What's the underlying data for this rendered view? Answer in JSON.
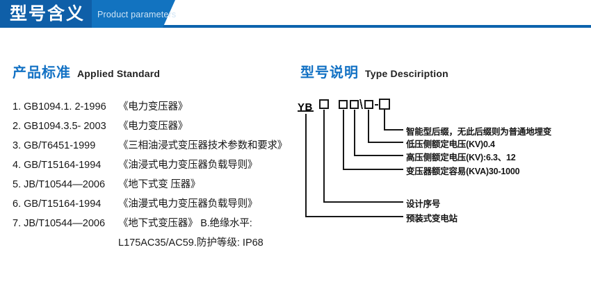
{
  "header": {
    "title_cn": "型号含义",
    "title_en": "Product parameters"
  },
  "sections": {
    "left": {
      "heading_cn": "产品标准",
      "heading_en": "Applied Standard",
      "items": [
        {
          "index": "1.",
          "code": "GB1094.1. 2-1996",
          "name": "《电力变压器》"
        },
        {
          "index": "2.",
          "code": "GB1094.3.5- 2003",
          "name": "《电力变压器》"
        },
        {
          "index": "3.",
          "code": "GB/T6451-1999",
          "name": "《三相油浸式变压器技术参数和要求》"
        },
        {
          "index": "4.",
          "code": "GB/T15164-1994",
          "name": "《油浸式电力变压器负载导则》"
        },
        {
          "index": "5.",
          "code": "JB/T10544—2006",
          "name": "《地下式变 压器》"
        },
        {
          "index": "6.",
          "code": "GB/T15164-1994",
          "name": "《油漫式电力变压器负载导则》"
        },
        {
          "index": "7.",
          "code": "JB/T10544—2006",
          "name": "《地下式变压器》 B.绝缘水平:"
        }
      ],
      "continuation": "L175AC35/AC59.防护等级: IP68"
    },
    "right": {
      "heading_cn": "型号说明",
      "heading_en": "Type Desciription",
      "code_prefix": "YB",
      "code_boxes": [
        "□",
        "□",
        "□",
        "/",
        "□",
        "-",
        "□"
      ],
      "annotations": [
        {
          "id": "smart-suffix",
          "text": "智能型后缀，无此后缀则为普通地埋变"
        },
        {
          "id": "lv-voltage",
          "text": "低压侧额定电压(KV)0.4"
        },
        {
          "id": "hv-voltage",
          "text": "高压侧额定电压(KV):6.3、12"
        },
        {
          "id": "rated-capacity",
          "text": "变压器额定容易(KVA)30-1000"
        },
        {
          "id": "design-serial",
          "text": "设计序号"
        },
        {
          "id": "substation-type",
          "text": "预装式变电站"
        }
      ]
    }
  },
  "colors": {
    "brand_blue": "#1273c0",
    "brand_blue_dark": "#0f5fa8",
    "heading_blue": "#1271c4",
    "rule_blue": "#0c63ad",
    "text_dark": "#161616"
  }
}
